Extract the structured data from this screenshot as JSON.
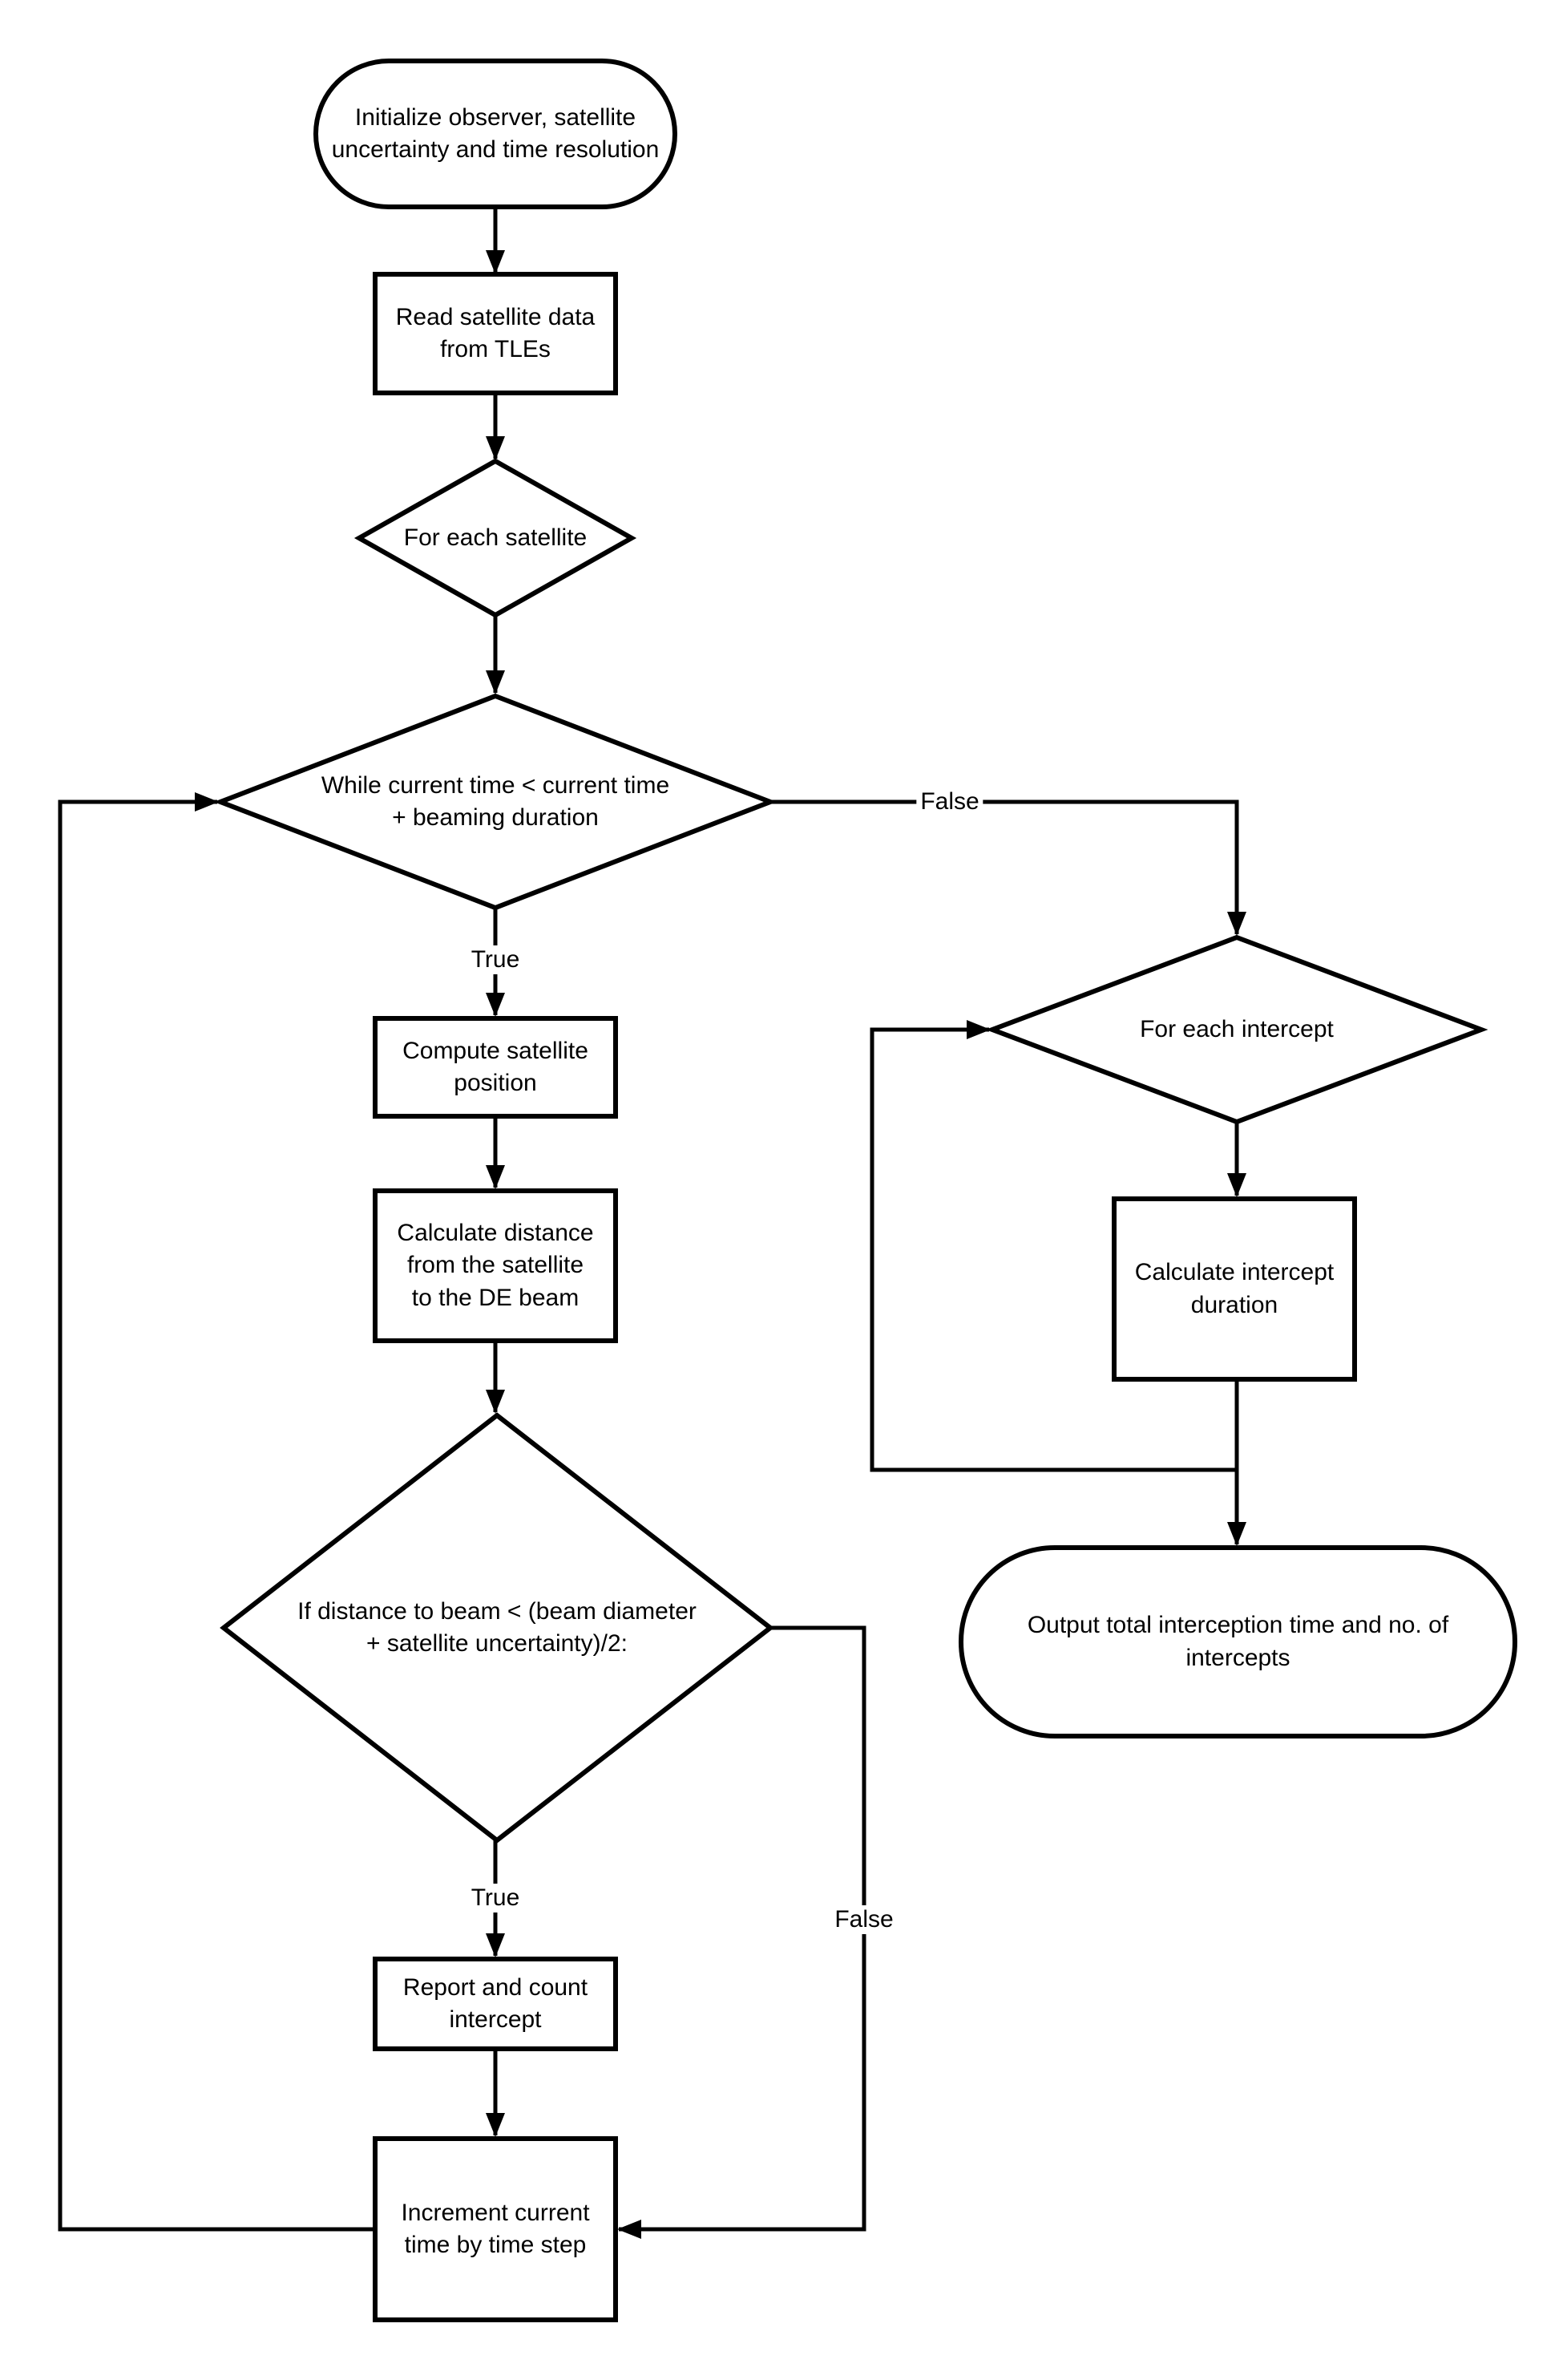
{
  "diagram_type": "flowchart",
  "colors": {
    "stroke": "#000000",
    "background": "#ffffff",
    "text": "#000000"
  },
  "nodes": {
    "start": {
      "shape": "terminator",
      "label": "Initialize observer, satellite\nuncertainty and time resolution"
    },
    "read_tle": {
      "shape": "process",
      "label": "Read satellite data\nfrom TLEs"
    },
    "for_each_satellite": {
      "shape": "decision",
      "label": "For each satellite"
    },
    "while_time": {
      "shape": "decision",
      "label": "While current time < current time\n+ beaming duration"
    },
    "compute_position": {
      "shape": "process",
      "label": "Compute satellite\nposition"
    },
    "calc_distance": {
      "shape": "process",
      "label": "Calculate distance\nfrom the satellite\nto the DE beam"
    },
    "if_distance": {
      "shape": "decision",
      "label": "If distance to beam < (beam diameter\n+ satellite uncertainty)/2:"
    },
    "report_intercept": {
      "shape": "process",
      "label": "Report and count\nintercept"
    },
    "increment_time": {
      "shape": "process",
      "label": "Increment current\ntime by time step"
    },
    "for_each_intercept": {
      "shape": "decision",
      "label": "For each intercept"
    },
    "calc_duration": {
      "shape": "process",
      "label": "Calculate intercept\nduration"
    },
    "output": {
      "shape": "terminator",
      "label": "Output total interception time and no. of\nintercepts"
    }
  },
  "edge_labels": {
    "while_true": "True",
    "while_false": "False",
    "if_true": "True",
    "if_false": "False"
  }
}
